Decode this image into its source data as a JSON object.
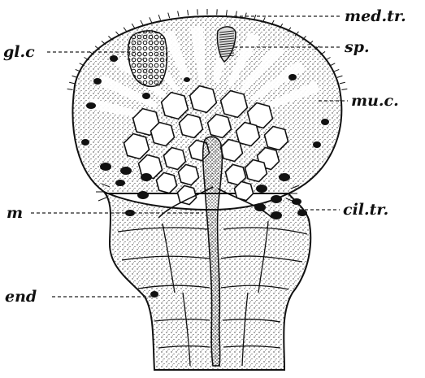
{
  "figure": {
    "colors": {
      "ink": "#1a1a1a",
      "background": "#ffffff",
      "stipple": "#3a3a3a",
      "nucleus": "#111111"
    },
    "labels": {
      "med_tr": "med.tr.",
      "sp": "sp.",
      "gl_c": "gl.c",
      "mu_c": "mu.c.",
      "m": "m",
      "cil_tr": "cil.tr.",
      "end": "end"
    }
  }
}
